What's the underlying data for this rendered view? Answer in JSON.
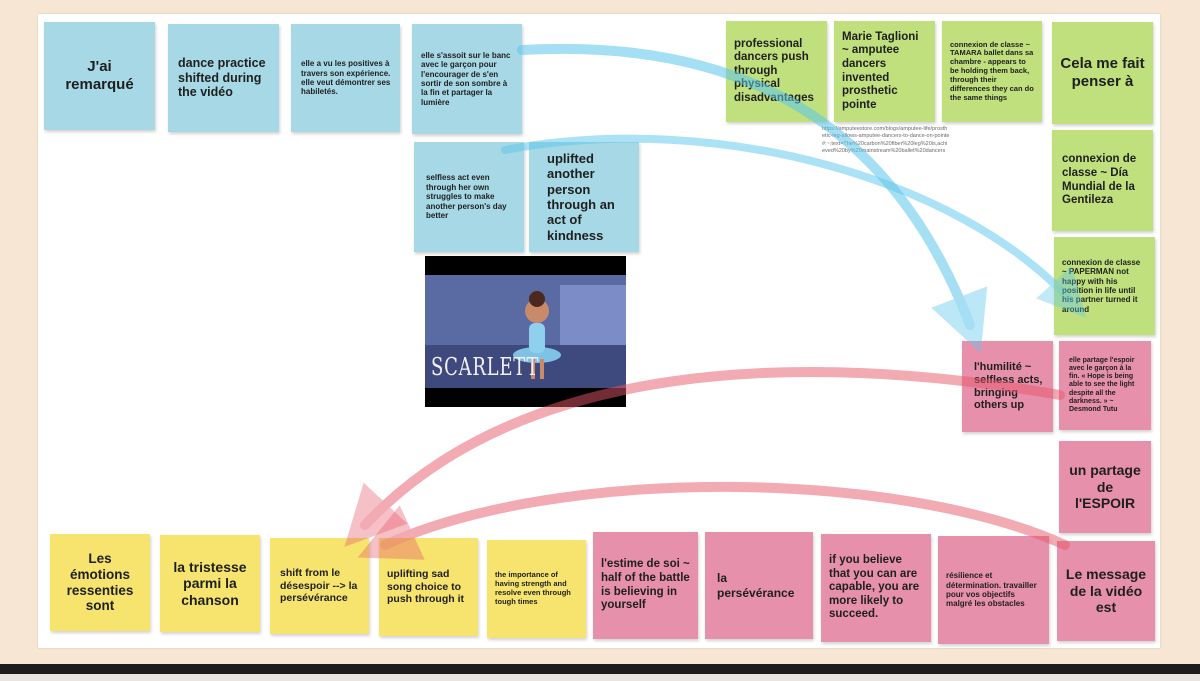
{
  "notes": {
    "jai_remarque": "J'ai remarqué",
    "dance_practice": "dance practice shifted during the vidéo",
    "elle_a_vu": "elle a vu les positives à travers son expérience. elle veut démontrer ses habiletés.",
    "elle_sassoit": "elle s'assoit sur le banc avec le garçon pour l'encourager de s'en sortir de son sombre à la fin et partager la lumière",
    "selfless_act": "selfless act even through her own struggles to make another person's day better",
    "uplifted": "uplifted another person through an act of kindness",
    "professional_dancers": "professional dancers push through physical disadvantages",
    "marie_taglioni": "Marie Taglioni ~ amputee dancers invented prosthetic pointe",
    "connexion_tamara": "connexion de classe ~ TAMARA ballet dans sa chambre - appears to be holding them back, through their differences they can do the same things",
    "cela_me_fait": "Cela me fait penser à",
    "connexion_dia": "connexion de classe ~ Día Mundial de la Gentileza",
    "connexion_paperman": "connexion de classe ~ PAPERMAN not happy with his position in life until his partner turned it around",
    "lhumilite": "l'humilité ~ selfless acts, bringing others up",
    "elle_partage": "elle partage l'espoir avec le garçon à la fin. « Hope is being able to see the light despite all the darkness. » ~ Desmond Tutu",
    "un_partage": "un partage de l'ESPOIR",
    "les_emotions": "Les émotions ressenties sont",
    "la_tristesse": "la tristesse parmi la chanson",
    "shift_from": "shift from le désespoir --> la persévérance",
    "uplifting_sad": "uplifting sad song choice to push through it",
    "importance": "the importance of having strength and resolve even through tough times",
    "estime": "l'estime de soi ~ half of the battle is believing in yourself",
    "perseverance": "la persévérance",
    "if_you_believe": "if you believe that you can are capable, you are more likely to succeed.",
    "resilience": "résilience et détermination. travailler pour vos objectifs malgré les obstacles",
    "le_message": "Le message de la vidéo est"
  },
  "url_text": "https://amputeestore.com/blogs/amputee-life/prosthetic-leg-allows-amputee-dancers-to-dance-on-pointe#:~:text=The%20carbon%20fiber%20leg%20is,achieved%20by%20mainstream%20ballet%20dancers",
  "video": {
    "title": "SCARLETT"
  },
  "colors": {
    "blue_note": "#a6d8e5",
    "green_note": "#bfe07d",
    "pink_note": "#e690ab",
    "yellow_note": "#f6e46e",
    "blue_arrow": "#5cc6ec",
    "red_arrow": "#e6576a"
  }
}
